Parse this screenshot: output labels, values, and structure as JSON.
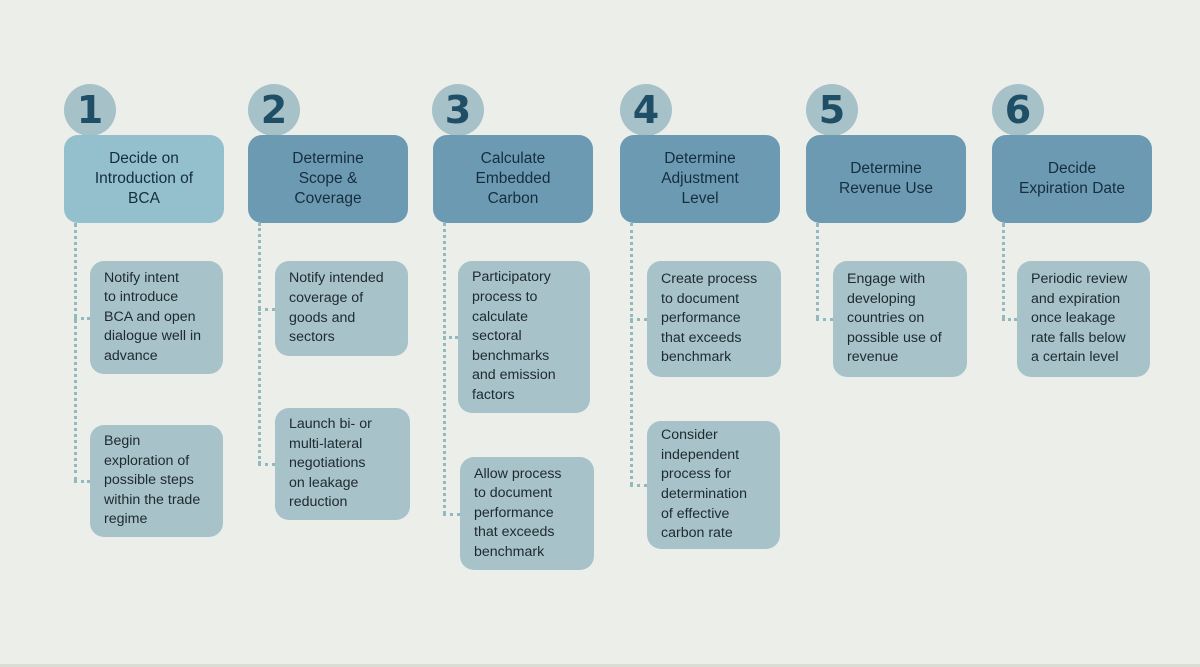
{
  "steps": [
    {
      "number": "1",
      "title": "Decide on\nIntroduction of\nBCA",
      "boxes": [
        "Notify intent\nto introduce\nBCA and open\ndialogue well in\nadvance",
        "Begin\nexploration of\npossible steps\nwithin the trade\nregime"
      ]
    },
    {
      "number": "2",
      "title": "Determine\nScope &\nCoverage",
      "boxes": [
        "Notify intended\ncoverage of\ngoods and\nsectors",
        "Launch bi- or\nmulti-lateral\nnegotiations\non leakage\nreduction"
      ]
    },
    {
      "number": "3",
      "title": "Calculate\nEmbedded\nCarbon",
      "boxes": [
        "Participatory\nprocess to\ncalculate\nsectoral\nbenchmarks\nand emission\nfactors",
        "Allow process\nto document\nperformance\nthat exceeds\nbenchmark"
      ]
    },
    {
      "number": "4",
      "title": "Determine\nAdjustment\nLevel",
      "boxes": [
        "Create process\nto document\nperformance\nthat exceeds\nbenchmark",
        "Consider\nindependent\nprocess for\ndetermination\nof effective\ncarbon rate"
      ]
    },
    {
      "number": "5",
      "title": "Determine\nRevenue Use",
      "boxes": [
        "Engage with\ndeveloping\ncountries on\npossible use of\nrevenue"
      ]
    },
    {
      "number": "6",
      "title": "Decide\nExpiration Date",
      "boxes": [
        "Periodic review\nand expiration\nonce leakage\nrate falls below\na certain level"
      ]
    }
  ],
  "colors": {
    "background": "#eceeea",
    "circle": "#a7c1c8",
    "number": "#1f4f66",
    "header_first": "#93c0cc",
    "header": "#6d9ab3",
    "box": "#a7c2c8",
    "connector": "#93b8c0"
  }
}
